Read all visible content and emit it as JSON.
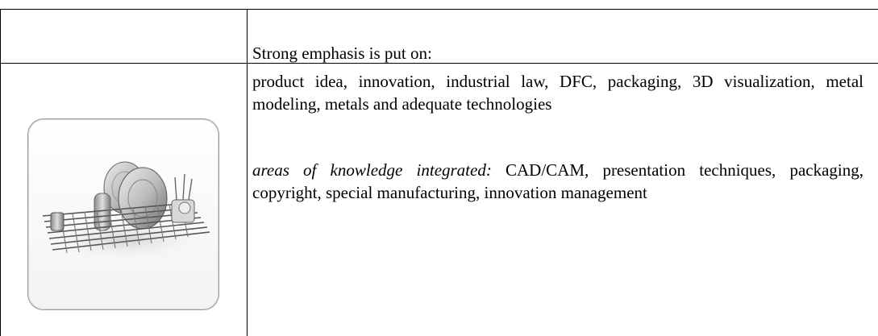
{
  "table": {
    "header_right": "Strong emphasis is put on:",
    "paragraph1": "product idea, innovation, industrial law, DFC, packaging, 3D visualization, metal modeling, metals and adequate technologies",
    "paragraph2_label": "areas of knowledge integrated:",
    "paragraph2_text": " CAD/CAM, presentation techniques, packaging, copyright, special manufacturing, innovation management"
  },
  "image": {
    "icon": "dish-rack-icon"
  }
}
